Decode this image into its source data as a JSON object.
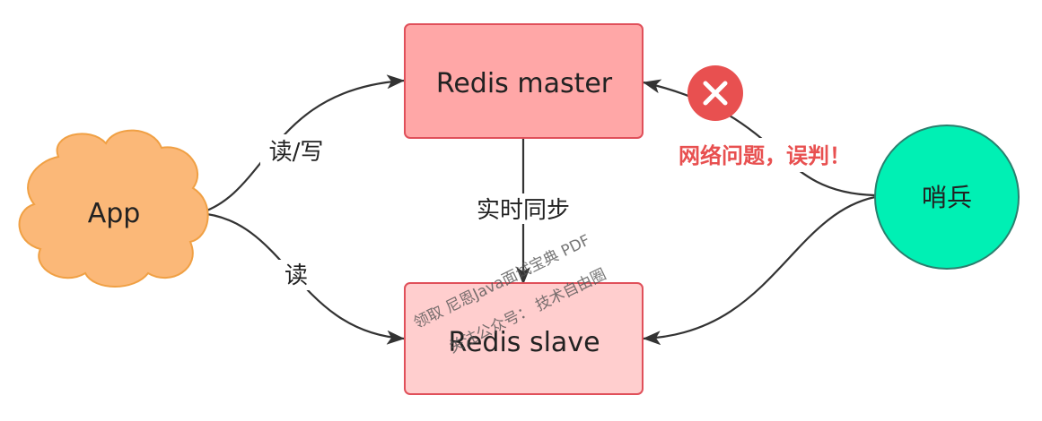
{
  "nodes": {
    "app": "App",
    "master": "Redis master",
    "slave": "Redis slave",
    "sentinel": "哨兵"
  },
  "edges": {
    "app_to_master": "读/写",
    "app_to_slave": "读",
    "sync": "实时同步"
  },
  "error": {
    "text": "网络问题，误判！",
    "icon": "close-icon"
  },
  "watermark": {
    "line1": "领取 尼恩Java面试宝典 PDF",
    "line2": "关注公众号：  技术自由圈"
  },
  "colors": {
    "app_fill": "#fbb878",
    "master_fill": "#ffa7a7",
    "slave_fill": "#ffcece",
    "box_stroke": "#e0505a",
    "sentinel_fill": "#00f0b4",
    "sentinel_stroke": "#2a7f6e",
    "error_red": "#e85050"
  }
}
